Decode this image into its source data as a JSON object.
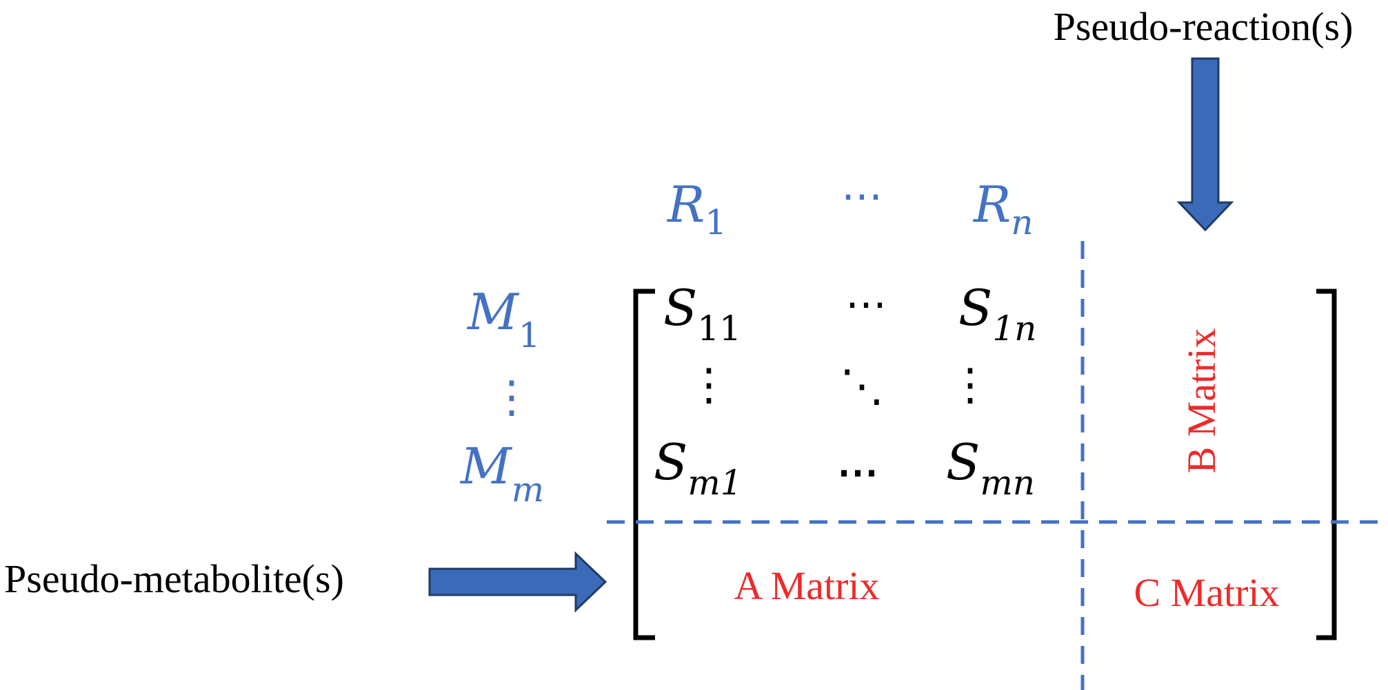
{
  "labels": {
    "pseudo_reaction": "Pseudo-reaction(s)",
    "pseudo_metabolite": "Pseudo-metabolite(s)",
    "a_matrix": "A Matrix",
    "b_matrix": "B Matrix",
    "c_matrix": "C Matrix"
  },
  "reactions": {
    "first": {
      "base": "R",
      "sub": "1"
    },
    "ellipsis": "⋯",
    "last": {
      "base": "R",
      "sub": "n"
    }
  },
  "metabolites": {
    "first": {
      "base": "M",
      "sub": "1"
    },
    "ellipsis": "⋮",
    "last": {
      "base": "M",
      "sub": "m"
    }
  },
  "matrix": {
    "s11": {
      "base": "S",
      "sub": "11"
    },
    "top_ellipsis": "⋯",
    "s1n": {
      "base": "S",
      "sub": "1n"
    },
    "left_vdots": "⋮",
    "ddots": "⋱",
    "right_vdots": "⋮",
    "sm1": {
      "base": "S",
      "sub": "m1"
    },
    "bottom_ellipsis": "⋯",
    "smn": {
      "base": "S",
      "sub": "mn"
    }
  },
  "colors": {
    "blue": "#4472c4",
    "arrow_fill": "#3a6ab8",
    "arrow_stroke": "#1f3a66",
    "red": "#ee2a2a",
    "black": "#000000"
  }
}
